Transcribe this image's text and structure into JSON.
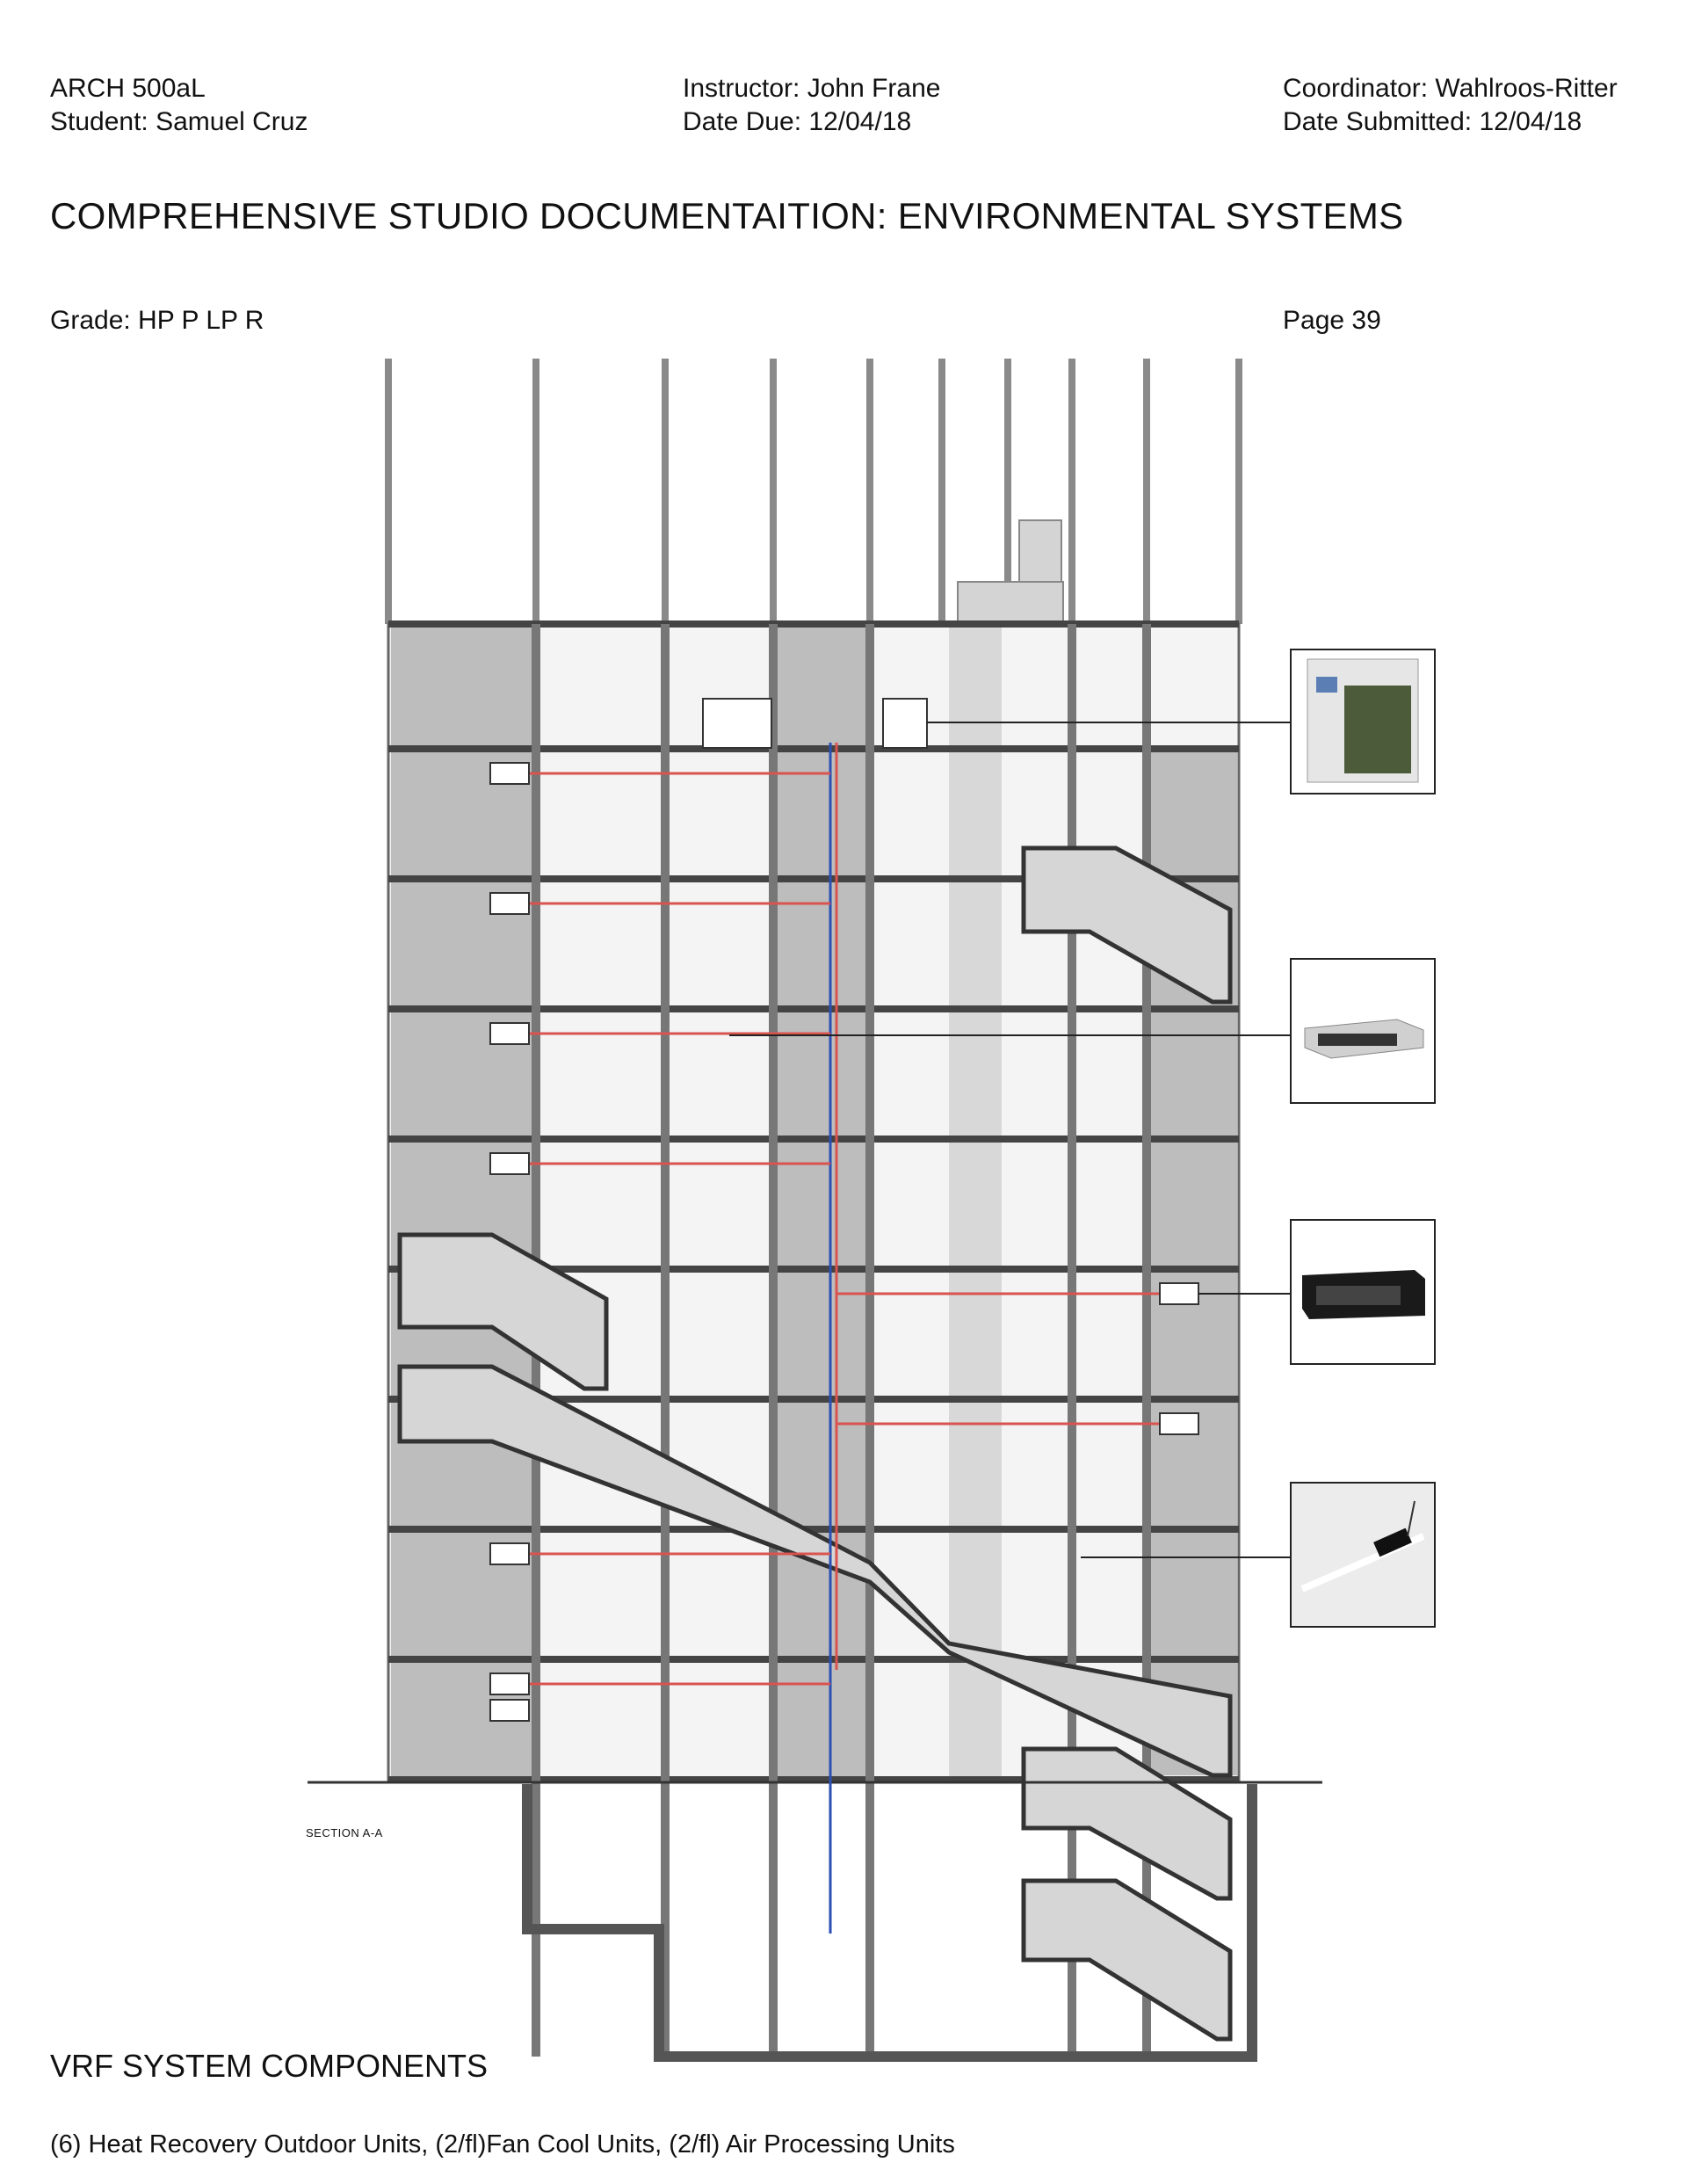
{
  "header": {
    "course": "ARCH 500aL",
    "student": "Student:  Samuel Cruz",
    "instructor": "Instructor:  John Frane",
    "date_due": "Date Due:  12/04/18",
    "coordinator": "Coordinator: Wahlroos-Ritter",
    "date_submitted": "Date Submitted: 12/04/18"
  },
  "title": "COMPREHENSIVE STUDIO DOCUMENTAITION: ENVIRONMENTAL SYSTEMS",
  "grade": "Grade: HP P LP R",
  "page": "Page 39",
  "drawing": {
    "section_label": "SECTION A-A",
    "callout_units": [
      "outdoor-unit",
      "ducted-fan-coil-unit",
      "air-processing-unit",
      "linear-diffuser"
    ],
    "colors": {
      "supply_line": "#d9534f",
      "return_line": "#2b4fb3",
      "wall": "#9a9a9a",
      "slab": "#555555"
    }
  },
  "components": {
    "title": "VRF SYSTEM COMPONENTS",
    "description": "(6) Heat Recovery Outdoor Units, (2/fl)Fan Cool Units, (2/fl) Air Processing Units"
  }
}
